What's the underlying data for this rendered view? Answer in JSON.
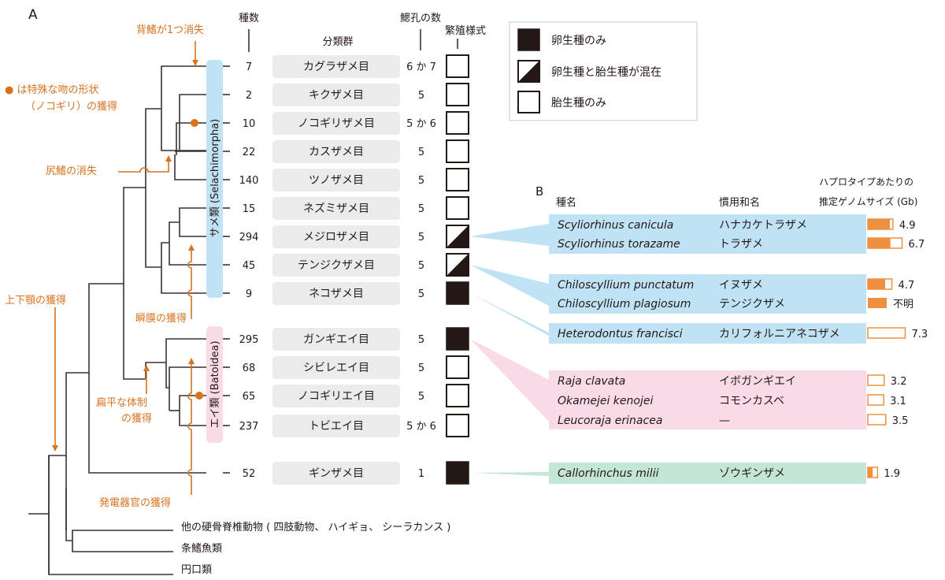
{
  "panel_a": {
    "label": "A",
    "headers": {
      "species_count": "種数",
      "taxon": "分類群",
      "gill_slits": "鰓孔の数",
      "reproduction": "繁殖様式"
    },
    "orders": [
      {
        "count": "7",
        "name": "カグラザメ目",
        "gills": "6 か 7",
        "repro": "viviparous"
      },
      {
        "count": "2",
        "name": "キクザメ目",
        "gills": "5",
        "repro": "viviparous"
      },
      {
        "count": "10",
        "name": "ノコギリザメ目",
        "gills": "5 か 6",
        "repro": "viviparous"
      },
      {
        "count": "22",
        "name": "カスザメ目",
        "gills": "5",
        "repro": "viviparous"
      },
      {
        "count": "140",
        "name": "ツノザメ目",
        "gills": "5",
        "repro": "viviparous"
      },
      {
        "count": "15",
        "name": "ネズミザメ目",
        "gills": "5",
        "repro": "viviparous"
      },
      {
        "count": "294",
        "name": "メジロザメ目",
        "gills": "5",
        "repro": "mixed"
      },
      {
        "count": "45",
        "name": "テンジクザメ目",
        "gills": "5",
        "repro": "mixed"
      },
      {
        "count": "9",
        "name": "ネコザメ目",
        "gills": "5",
        "repro": "oviparous"
      },
      {
        "count": "295",
        "name": "ガンギエイ目",
        "gills": "5",
        "repro": "oviparous"
      },
      {
        "count": "68",
        "name": "シビレエイ目",
        "gills": "5",
        "repro": "viviparous"
      },
      {
        "count": "65",
        "name": "ノコギリエイ目",
        "gills": "5",
        "repro": "viviparous"
      },
      {
        "count": "237",
        "name": "トビエイ目",
        "gills": "5 か 6",
        "repro": "viviparous"
      },
      {
        "count": "52",
        "name": "ギンザメ目",
        "gills": "1",
        "repro": "oviparous"
      }
    ],
    "clades": {
      "sharks": "サメ類 (Selachimorpha)",
      "rays": "エイ類 (Batoidea)"
    },
    "outgroups": [
      "他の硬骨脊椎動物 ( 四肢動物、 ハイギョ、 シーラカンス )",
      "条鰭魚類",
      "円口類"
    ],
    "annotations": {
      "dorsal_fin_loss": "背鰭が1つ消失",
      "saw_note_line1": "● は特殊な吻の形状",
      "saw_note_line2": "（ノコギリ）の獲得",
      "anal_fin_loss": "尻鰭の消失",
      "jaws": "上下顎の獲得",
      "nictitating": "瞬膜の獲得",
      "flat_body_line1": "扁平な体制",
      "flat_body_line2": "の獲得",
      "electric_organ": "発電器官の獲得"
    },
    "legend": [
      {
        "key": "oviparous",
        "label": "卵生種のみ"
      },
      {
        "key": "mixed",
        "label": "卵生種と胎生種が混在"
      },
      {
        "key": "viviparous",
        "label": "胎生種のみ"
      }
    ]
  },
  "panel_b": {
    "label": "B",
    "headers": {
      "species": "種名",
      "common": "慣用和名",
      "genome_line1": "ハプロタイプあたりの",
      "genome_line2": "推定ゲノムサイズ (Gb)"
    },
    "groups": [
      {
        "color": "#bfe3f5",
        "source_order": 6,
        "species": [
          {
            "sci": "Scyliorhinus canicula",
            "jp": "ハナカケトラザメ",
            "size": 4.9,
            "size_label": "4.9",
            "fill_fraction": 0.88
          },
          {
            "sci": "Scyliorhinus torazame",
            "jp": "トラザメ",
            "size": 6.7,
            "size_label": "6.7",
            "fill_fraction": 0.66
          }
        ]
      },
      {
        "color": "#bfe3f5",
        "source_order": 7,
        "species": [
          {
            "sci": "Chiloscyllium punctatum",
            "jp": "イヌザメ",
            "size": 4.7,
            "size_label": "4.7",
            "fill_fraction": 0.72
          },
          {
            "sci": "Chiloscyllium plagiosum",
            "jp": "テンジクザメ",
            "size": null,
            "size_label": "不明",
            "fill_fraction": 1.0
          }
        ]
      },
      {
        "color": "#bfe3f5",
        "source_order": 8,
        "species": [
          {
            "sci": "Heterodontus francisci",
            "jp": "カリフォルニアネコザメ",
            "size": 7.3,
            "size_label": "7.3",
            "fill_fraction": 0.0
          }
        ]
      },
      {
        "color": "#f9dbe7",
        "source_order": 9,
        "species": [
          {
            "sci": "Raja clavata",
            "jp": "イボガンギエイ",
            "size": 3.2,
            "size_label": "3.2",
            "fill_fraction": 0.0
          },
          {
            "sci": "Okamejei kenojei",
            "jp": "コモンカスベ",
            "size": 3.1,
            "size_label": "3.1",
            "fill_fraction": 0.0
          },
          {
            "sci": "Leucoraja erinacea",
            "jp": "—",
            "size": 3.5,
            "size_label": "3.5",
            "fill_fraction": 0.0
          }
        ]
      },
      {
        "color": "#c3e6d6",
        "source_order": 13,
        "species": [
          {
            "sci": "Callorhinchus milii",
            "jp": "ゾウギンザメ",
            "size": 1.9,
            "size_label": "1.9",
            "fill_fraction": 0.5
          }
        ]
      }
    ]
  },
  "colors": {
    "annotation": "#d9721f",
    "bar_fill": "#ef9040",
    "shark_band": "#bfe3f5",
    "ray_band": "#f9dbe7",
    "row_box": "#ebebeb",
    "ink": "#231815"
  }
}
